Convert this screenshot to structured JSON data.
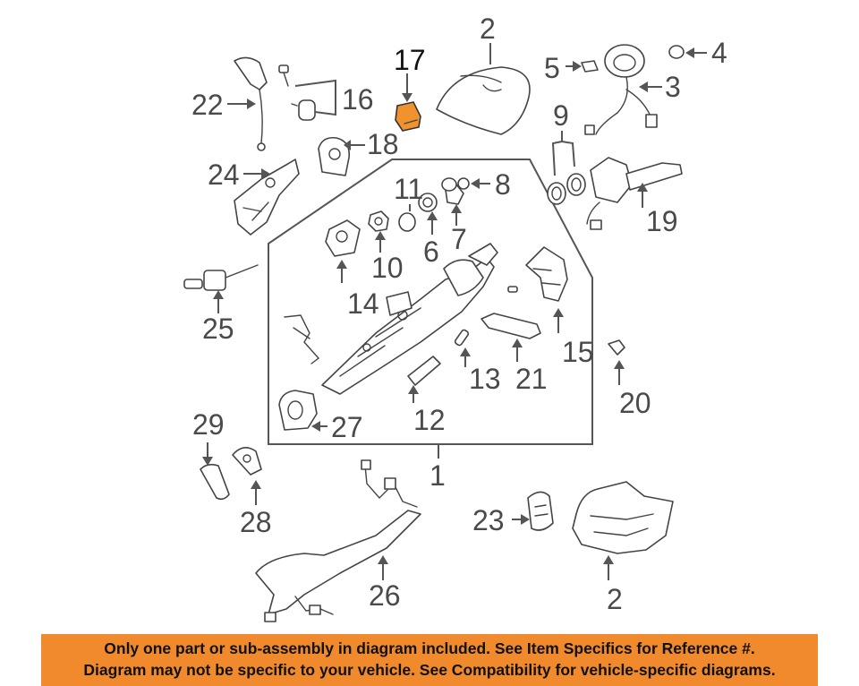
{
  "callouts": {
    "n1": "1",
    "n2_top": "2",
    "n2_bottom": "2",
    "n3": "3",
    "n4": "4",
    "n5": "5",
    "n6": "6",
    "n7": "7",
    "n8": "8",
    "n9": "9",
    "n10": "10",
    "n11": "11",
    "n12": "12",
    "n13": "13",
    "n14": "14",
    "n15": "15",
    "n16": "16",
    "n17": "17",
    "n18": "18",
    "n19": "19",
    "n20": "20",
    "n21": "21",
    "n22": "22",
    "n23": "23",
    "n24": "24",
    "n25": "25",
    "n26": "26",
    "n27": "27",
    "n28": "28",
    "n29": "29"
  },
  "highlighted_part": "17",
  "colors": {
    "highlight": "#f0922e",
    "banner": "#f08a2c",
    "linework": "#444444",
    "labels": "#4a4a4a"
  },
  "notice": {
    "line1": "Only one part or sub-assembly in diagram included. See Item Specifics for Reference #.",
    "line2": "Diagram may not be specific to your vehicle. See Compatibility for vehicle-specific diagrams."
  }
}
